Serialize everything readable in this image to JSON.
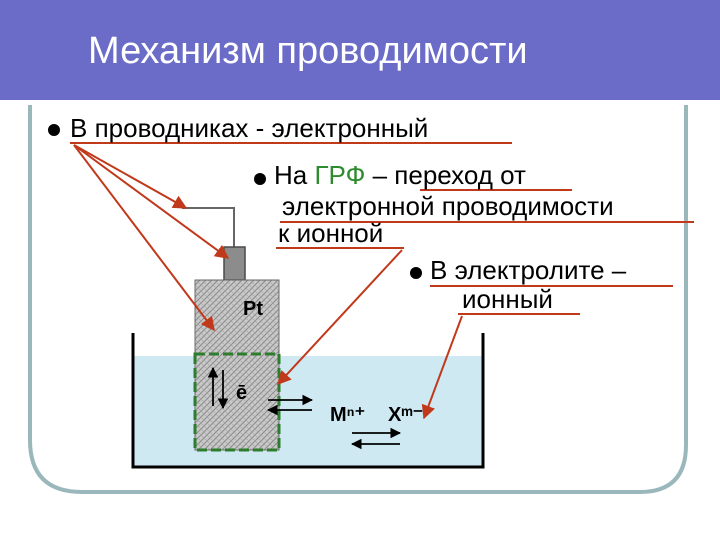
{
  "title": "Механизм проводимости",
  "bullets": {
    "b1": "В проводниках - электронный",
    "b2_prefix": "На ",
    "b2_grf": "ГРФ",
    "b2_rest": " – переход от",
    "b2_line2": "электронной проводимости",
    "b2_line3": "к ионной",
    "b3_line1": "В электролите –",
    "b3_line2": "ионный"
  },
  "diagram": {
    "electrode_label": "Pt",
    "electron_label": "ē",
    "cation_label": "Mⁿ⁺",
    "anion_label": "Xᵐ⁻"
  },
  "colors": {
    "title_bar": "#6a6cc8",
    "accent_red": "#c0391b",
    "grf_green": "#2e8b2e",
    "electrolyte": "#cfe9f3",
    "slide_border": "#9ab8bc"
  }
}
